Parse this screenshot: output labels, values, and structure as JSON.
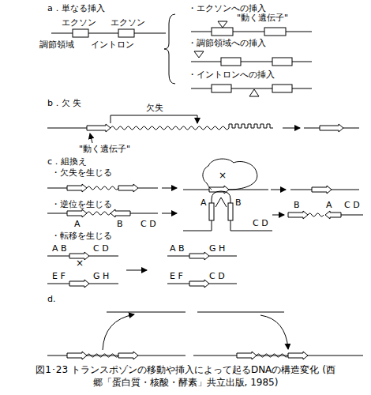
{
  "diagram": {
    "caption": "図1･23 トランスポゾンの移動や挿入によって起るDNAの構造変化 (西郷「蛋白質・核酸・酵素」共立出版, 1985)",
    "labels": [
      "a．単なる挿入",
      "エクソン",
      "エクソン",
      "調節領域",
      "イントロン",
      "・エクソンへの挿入",
      "\"動く遺伝子\"",
      "・調節領域への挿入",
      "・イントロンへの挿入",
      "b．欠 失",
      "欠失",
      "\"動く遺伝子\"",
      "c．組換え",
      "・欠失を生じる",
      "×",
      "・逆位を生じる",
      "A",
      "B",
      "C D",
      "A",
      "B",
      "C D",
      "B",
      "A",
      "C D",
      "・転移を生じる",
      "A B",
      "C D",
      "A B",
      "G H",
      "E F",
      "×",
      "G H",
      "E F",
      "C D",
      "d."
    ]
  }
}
